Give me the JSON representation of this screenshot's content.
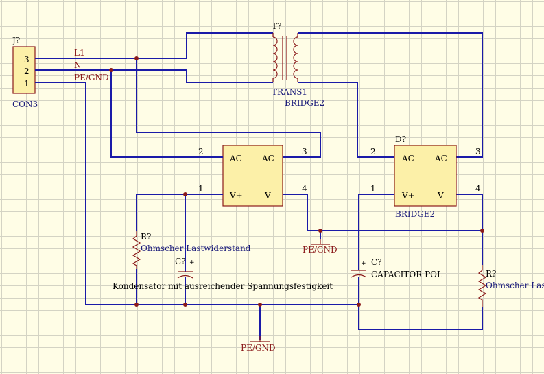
{
  "connector": {
    "designator": "J?",
    "comment": "CON3",
    "pins": [
      "3",
      "2",
      "1"
    ],
    "nets": [
      "L1",
      "N",
      "PE/GND"
    ]
  },
  "transformer": {
    "designator": "T?",
    "comment": "TRANS1"
  },
  "bridge1": {
    "stray_comment": "BRIDGE2",
    "pin_ac_left": "2",
    "pin_ac_right": "3",
    "pin_vplus": "1",
    "pin_vminus": "4",
    "label_ac_left": "AC",
    "label_ac_right": "AC",
    "label_vplus": "V+",
    "label_vminus": "V-"
  },
  "bridge2": {
    "designator": "D?",
    "comment": "BRIDGE2",
    "pin_ac_left": "2",
    "pin_ac_right": "3",
    "pin_vplus": "1",
    "pin_vminus": "4",
    "label_ac_left": "AC",
    "label_ac_right": "AC",
    "label_vplus": "V+",
    "label_vminus": "V-"
  },
  "resistor1": {
    "designator": "R?",
    "comment": "Ohmscher Lastwiderstand"
  },
  "resistor2": {
    "designator": "R?",
    "comment": "Ohmscher Las"
  },
  "capacitor1": {
    "designator": "C?",
    "plus": "+",
    "comment": "Kondensator mit ausreichender Spannungsfestigkeit"
  },
  "capacitor2": {
    "designator": "C?",
    "plus": "+",
    "comment": "CAPACITOR POL"
  },
  "ground_ports": [
    "PE/GND",
    "PE/GND"
  ],
  "colors": {
    "wire": "#1a1aa8",
    "part": "#8b1a1a",
    "part_fill": "#fcf0a8",
    "background": "#fffde6",
    "grid": "#d4d3c4"
  }
}
